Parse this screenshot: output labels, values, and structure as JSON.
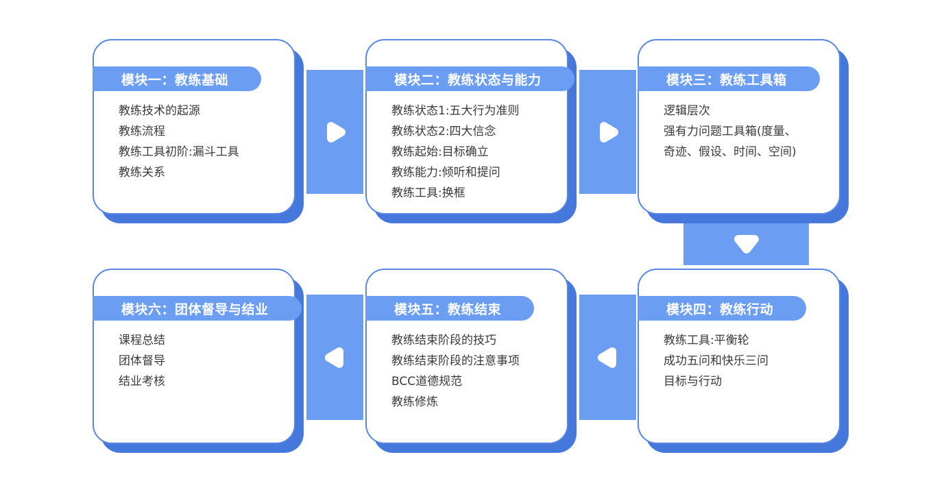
{
  "diagram": {
    "type": "course-module-flowchart",
    "colors": {
      "pill_and_connector_blue": "#6B9DF3",
      "shadow_blue": "#4678DC",
      "border_blue": "#5686E7",
      "item_text": "#3A3A3A",
      "title_text": "#FFFFFF",
      "background": "#FFFFFF"
    },
    "flow_directions": [
      "right",
      "right",
      "down",
      "left",
      "left"
    ]
  },
  "modules": [
    {
      "title": "模块一：教练基础",
      "items": [
        "教练技术的起源",
        "教练流程",
        "教练工具初阶:漏斗工具",
        "教练关系"
      ]
    },
    {
      "title": "模块二：教练状态与能力",
      "items": [
        "教练状态1:五大行为准则",
        "教练状态2:四大信念",
        "教练起始:目标确立",
        "教练能力:倾听和提问",
        "教练工具:换框"
      ]
    },
    {
      "title": "模块三：教练工具箱",
      "items": [
        "逻辑层次",
        "强有力问题工具箱(度量、奇迹、假设、时间、空间)"
      ]
    },
    {
      "title": "模块四：教练行动",
      "items": [
        "教练工具:平衡轮",
        "成功五问和快乐三问",
        "目标与行动"
      ]
    },
    {
      "title": "模块五：教练结束",
      "items": [
        "教练结束阶段的技巧",
        "教练结束阶段的注意事项",
        "BCC道德规范",
        "教练修炼"
      ]
    },
    {
      "title": "模块六：团体督导与结业",
      "items": [
        "课程总结",
        "团体督导",
        "结业考核"
      ]
    }
  ]
}
